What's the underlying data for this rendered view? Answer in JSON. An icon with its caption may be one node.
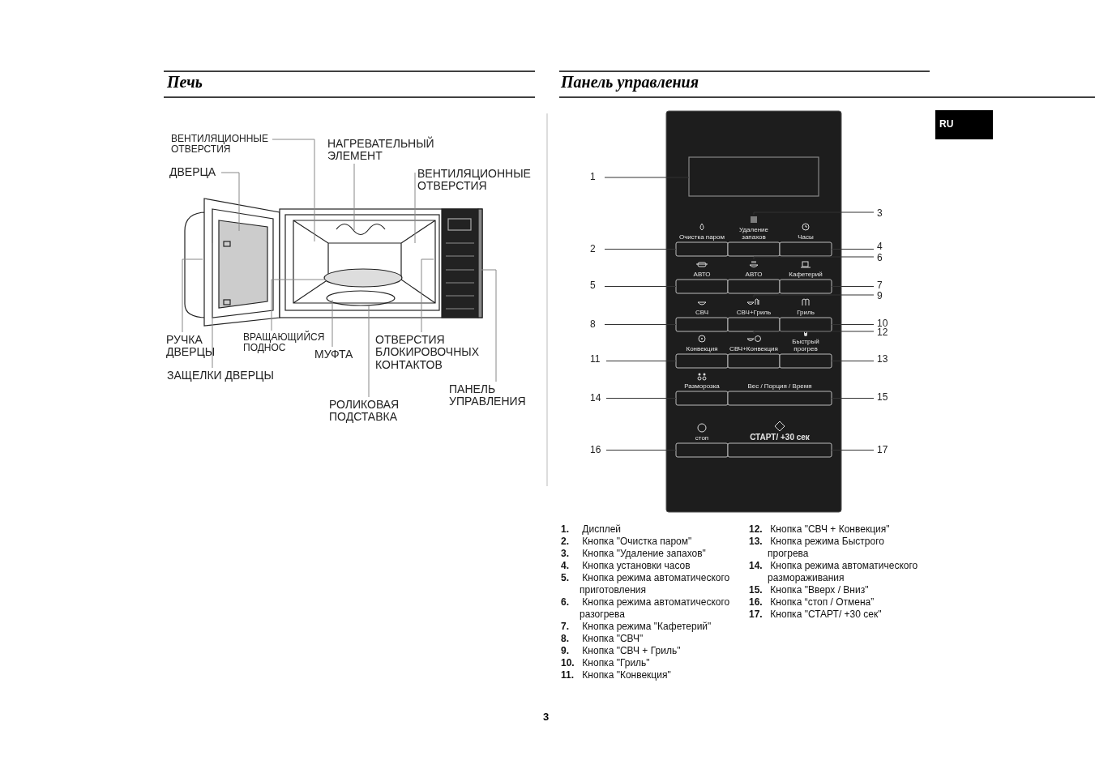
{
  "diagram": {
    "nodes": [
      {
        "text": [
          "ВЕНТИЛЯЦИОННЫЕ ОТВЕРСТИЯ"
        ]
      },
      {
        "text": [
          "НАГРЕВАТЕЛЬНЫЙ ЭЛЕМЕНТ"
        ]
      },
      {
        "text": [
          "ДВЕРЦА"
        ]
      },
      {
        "text": [
          "ВЕНТИЛЯЦИОННЫЕ ОТВЕРСТИЯ"
        ]
      },
      {
        "text": [
          "РУЧКА ДВЕРЦЫ"
        ]
      },
      {
        "text": [
          "ВРАЩАЮЩИЙСЯ ПОДНОС"
        ]
      },
      {
        "text": [
          "МУФТА"
        ]
      },
      {
        "text": [
          "ОТВЕРСТИЯ БЛОКИРОВОЧНЫХ КОНТАКТОВ"
        ]
      },
      {
        "text": [
          "ЗАЩЕЛКИ ДВЕРЦЫ"
        ]
      },
      {
        "text": [
          "ПАНЕЛЬ УПРАВЛЕНИЯ"
        ]
      },
      {
        "text": [
          "РОЛИКОВАЯ ПОДСТАВКА"
        ]
      },
      {
        "text": [
          "1"
        ]
      },
      {
        "text": [
          "3"
        ]
      },
      {
        "text": [
          "2"
        ]
      },
      {
        "text": [
          "4"
        ]
      },
      {
        "text": [
          "6"
        ]
      },
      {
        "text": [
          "5"
        ]
      },
      {
        "text": [
          "7"
        ]
      },
      {
        "text": [
          "9"
        ]
      },
      {
        "text": [
          "8"
        ]
      },
      {
        "text": [
          "10"
        ]
      },
      {
        "text": [
          "12"
        ]
      },
      {
        "text": [
          "11"
        ]
      },
      {
        "text": [
          "13"
        ]
      },
      {
        "text": [
          "14"
        ]
      },
      {
        "text": [
          "15"
        ]
      },
      {
        "text": [
          "16"
        ]
      },
      {
        "text": [
          "17"
        ]
      },
      {
        "text": [],
        "shape": "picture"
      },
      {
        "text": [],
        "shape": "box"
      },
      {
        "text": [],
        "shape": "box"
      },
      {
        "text": [],
        "shape": "box"
      },
      {
        "text": [],
        "shape": "box"
      },
      {
        "text": [],
        "shape": "box"
      },
      {
        "text": [],
        "shape": "box"
      },
      {
        "text": [],
        "shape": "box"
      },
      {
        "text": [],
        "shape": "box"
      },
      {
        "text": [],
        "shape": "box"
      },
      {
        "text": [],
        "shape": "box"
      },
      {
        "text": [],
        "shape": "box"
      },
      {
        "text": [],
        "shape": "box"
      },
      {
        "text": [],
        "shape": "box"
      },
      {
        "text": [],
        "shape": "box"
      },
      {
        "text": [],
        "shape": "box"
      },
      {
        "text": [],
        "shape": "box"
      },
      {
        "text": [],
        "shape": "box"
      },
      {
        "text": [],
        "shape": "icon"
      },
      {
        "text": [],
        "shape": "icon"
      },
      {
        "text": [],
        "shape": "icon"
      },
      {
        "text": [],
        "shape": "icon"
      }
    ],
    "edges": [
      {
        "from": 0,
        "to": 28,
        "arrow": "none"
      },
      {
        "from": 1,
        "to": 28,
        "arrow": "none"
      },
      {
        "from": 2,
        "to": 28,
        "arrow": "none"
      },
      {
        "from": 3,
        "to": 28,
        "arrow": "none"
      },
      {
        "from": 4,
        "to": 28,
        "arrow": "none"
      },
      {
        "from": 5,
        "to": 28,
        "arrow": "none"
      },
      {
        "from": 6,
        "to": 28,
        "arrow": "none"
      },
      {
        "from": 7,
        "to": 28,
        "arrow": "none"
      },
      {
        "from": 8,
        "to": 28,
        "arrow": "none"
      },
      {
        "from": 9,
        "to": 28,
        "arrow": "none"
      },
      {
        "from": 10,
        "to": 28,
        "arrow": "none"
      },
      {
        "from": 11,
        "to": 29,
        "arrow": "none"
      },
      {
        "from": 12,
        "to": 46,
        "arrow": "none"
      },
      {
        "from": 13,
        "to": 30,
        "arrow": "none"
      },
      {
        "from": 14,
        "to": 32,
        "arrow": "none"
      },
      {
        "from": 15,
        "to": 47,
        "arrow": "none"
      },
      {
        "from": 16,
        "to": 33,
        "arrow": "none"
      },
      {
        "from": 17,
        "to": 35,
        "arrow": "none"
      },
      {
        "from": 18,
        "to": 48,
        "arrow": "none"
      },
      {
        "from": 19,
        "to": 36,
        "arrow": "none"
      },
      {
        "from": 20,
        "to": 38,
        "arrow": "none"
      },
      {
        "from": 21,
        "to": 49,
        "arrow": "none"
      },
      {
        "from": 22,
        "to": 39,
        "arrow": "none"
      },
      {
        "from": 23,
        "to": 41,
        "arrow": "none"
      },
      {
        "from": 24,
        "to": 42,
        "arrow": "none"
      },
      {
        "from": 25,
        "to": 43,
        "arrow": "none"
      },
      {
        "from": 26,
        "to": 44,
        "arrow": "none"
      },
      {
        "from": 27,
        "to": 45,
        "arrow": "none"
      }
    ],
    "labels": [
      "Печь",
      "Панель управления",
      "RU",
      "Очистка паром",
      "Удаление запахов",
      "Часы",
      "АВТО",
      "АВТО",
      "Кафетерий",
      "СВЧ",
      "СВЧ+Гриль",
      "Гриль",
      "Конвекция",
      "СВЧ+Конвекция",
      "Быстрый прогрев",
      "Разморозка",
      "Вес / Порция / Время",
      "стоп",
      "СТАРТ/ +30 сек",
      "**1.** Дисплей",
      "**2.** Кнопка \"Очистка паром\"",
      "**3.** Кнопка \"Удаление запахов\"",
      "**4.** Кнопка установки часов",
      "**5.** Кнопка режима автоматического приготовления",
      "**6.** Кнопка режима автоматического разогрева",
      "**7.** Кнопка режима \"Кафетерий\"",
      "**8.** Кнопка \"СВЧ\"",
      "**9.** Кнопка \"СВЧ + Гриль\"",
      "**10.** Кнопка \"Гриль\"",
      "**11.** Кнопка \"Конвекция\"",
      "**12.** Кнопка \"СВЧ + Конвекция\"",
      "**13.** Кнопка режима Быстрого прогрева",
      "**14.** Кнопка режима автоматического размораживания",
      "**15.** Кнопка \"Вверх / Вниз\"",
      "**16.** Кнопка “стоп / Отмена”",
      "**17.** Кнопка \"СТАРТ/ +30 сек\"",
      "3"
    ]
  }
}
